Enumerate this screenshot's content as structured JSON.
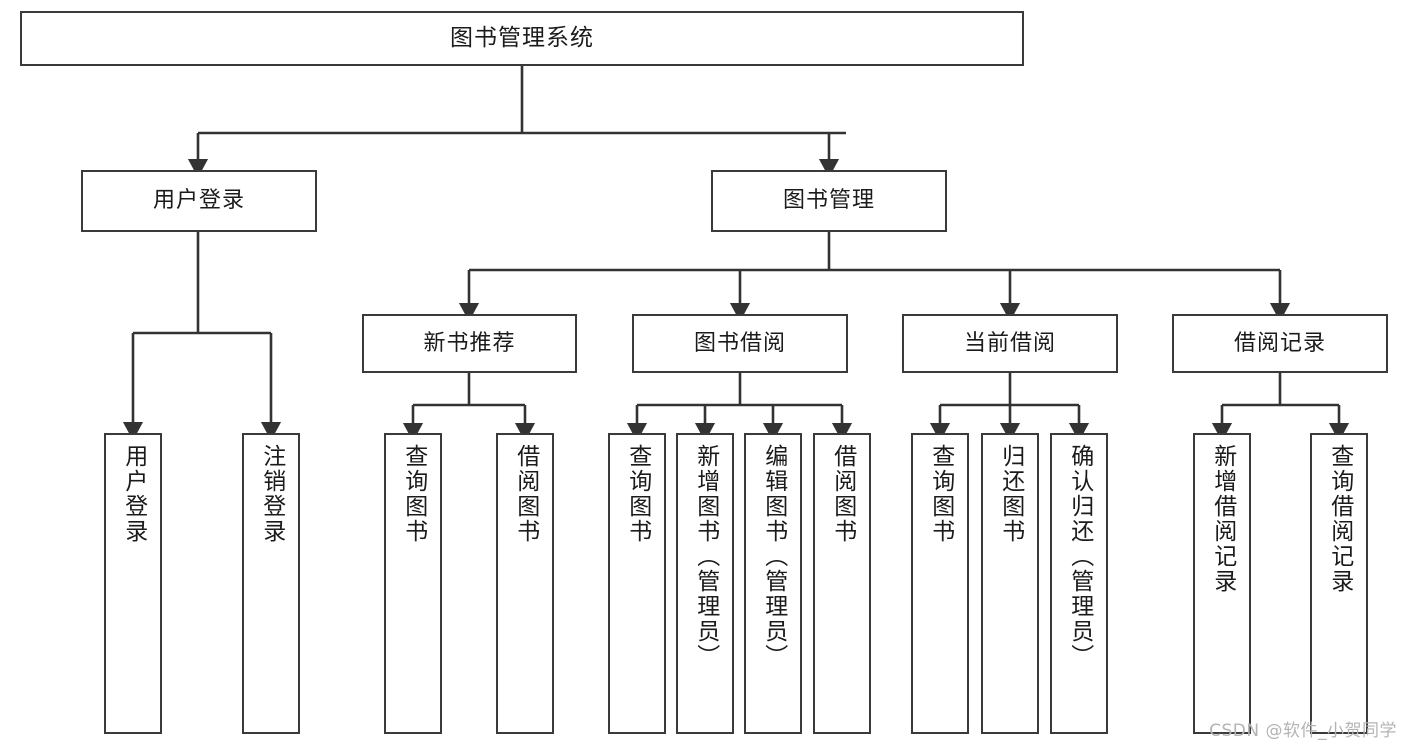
{
  "diagram": {
    "title": "图书管理系统",
    "type": "tree-hierarchy",
    "orientation": "top-down",
    "colors": {
      "box_border": "#3a3a3a",
      "box_fill": "#ffffff",
      "connector": "#333333",
      "text": "#1b1b1b",
      "watermark": "#b4b4b4",
      "background": "#ffffff"
    },
    "watermark": "CSDN @软件_小贺同学"
  },
  "nodes": {
    "root": {
      "label": "图书管理系统"
    },
    "level1": [
      {
        "id": "user-login",
        "label": "用户登录"
      },
      {
        "id": "book-management",
        "label": "图书管理"
      }
    ],
    "level2": [
      {
        "id": "new-book-recommend",
        "label": "新书推荐"
      },
      {
        "id": "book-borrow",
        "label": "图书借阅"
      },
      {
        "id": "current-borrow",
        "label": "当前借阅"
      },
      {
        "id": "borrow-record",
        "label": "借阅记录"
      }
    ],
    "leaves": {
      "user_login": [
        {
          "id": "leaf-user-login",
          "label": "用户登录"
        },
        {
          "id": "leaf-logout-login",
          "label": "注销登录"
        }
      ],
      "new_book_recommend": [
        {
          "id": "leaf-query-book-1",
          "label": "查询图书"
        },
        {
          "id": "leaf-borrow-book-1",
          "label": "借阅图书"
        }
      ],
      "book_borrow": [
        {
          "id": "leaf-query-book-2",
          "label": "查询图书"
        },
        {
          "id": "leaf-add-book",
          "label": "新增图书（管理员）"
        },
        {
          "id": "leaf-edit-book",
          "label": "编辑图书（管理员）"
        },
        {
          "id": "leaf-borrow-book-2",
          "label": "借阅图书"
        }
      ],
      "current_borrow": [
        {
          "id": "leaf-query-book-3",
          "label": "查询图书"
        },
        {
          "id": "leaf-return-book",
          "label": "归还图书"
        },
        {
          "id": "leaf-confirm-return",
          "label": "确认归还（管理员）"
        }
      ],
      "borrow_record": [
        {
          "id": "leaf-add-record",
          "label": "新增借阅记录"
        },
        {
          "id": "leaf-query-record",
          "label": "查询借阅记录"
        }
      ]
    }
  }
}
